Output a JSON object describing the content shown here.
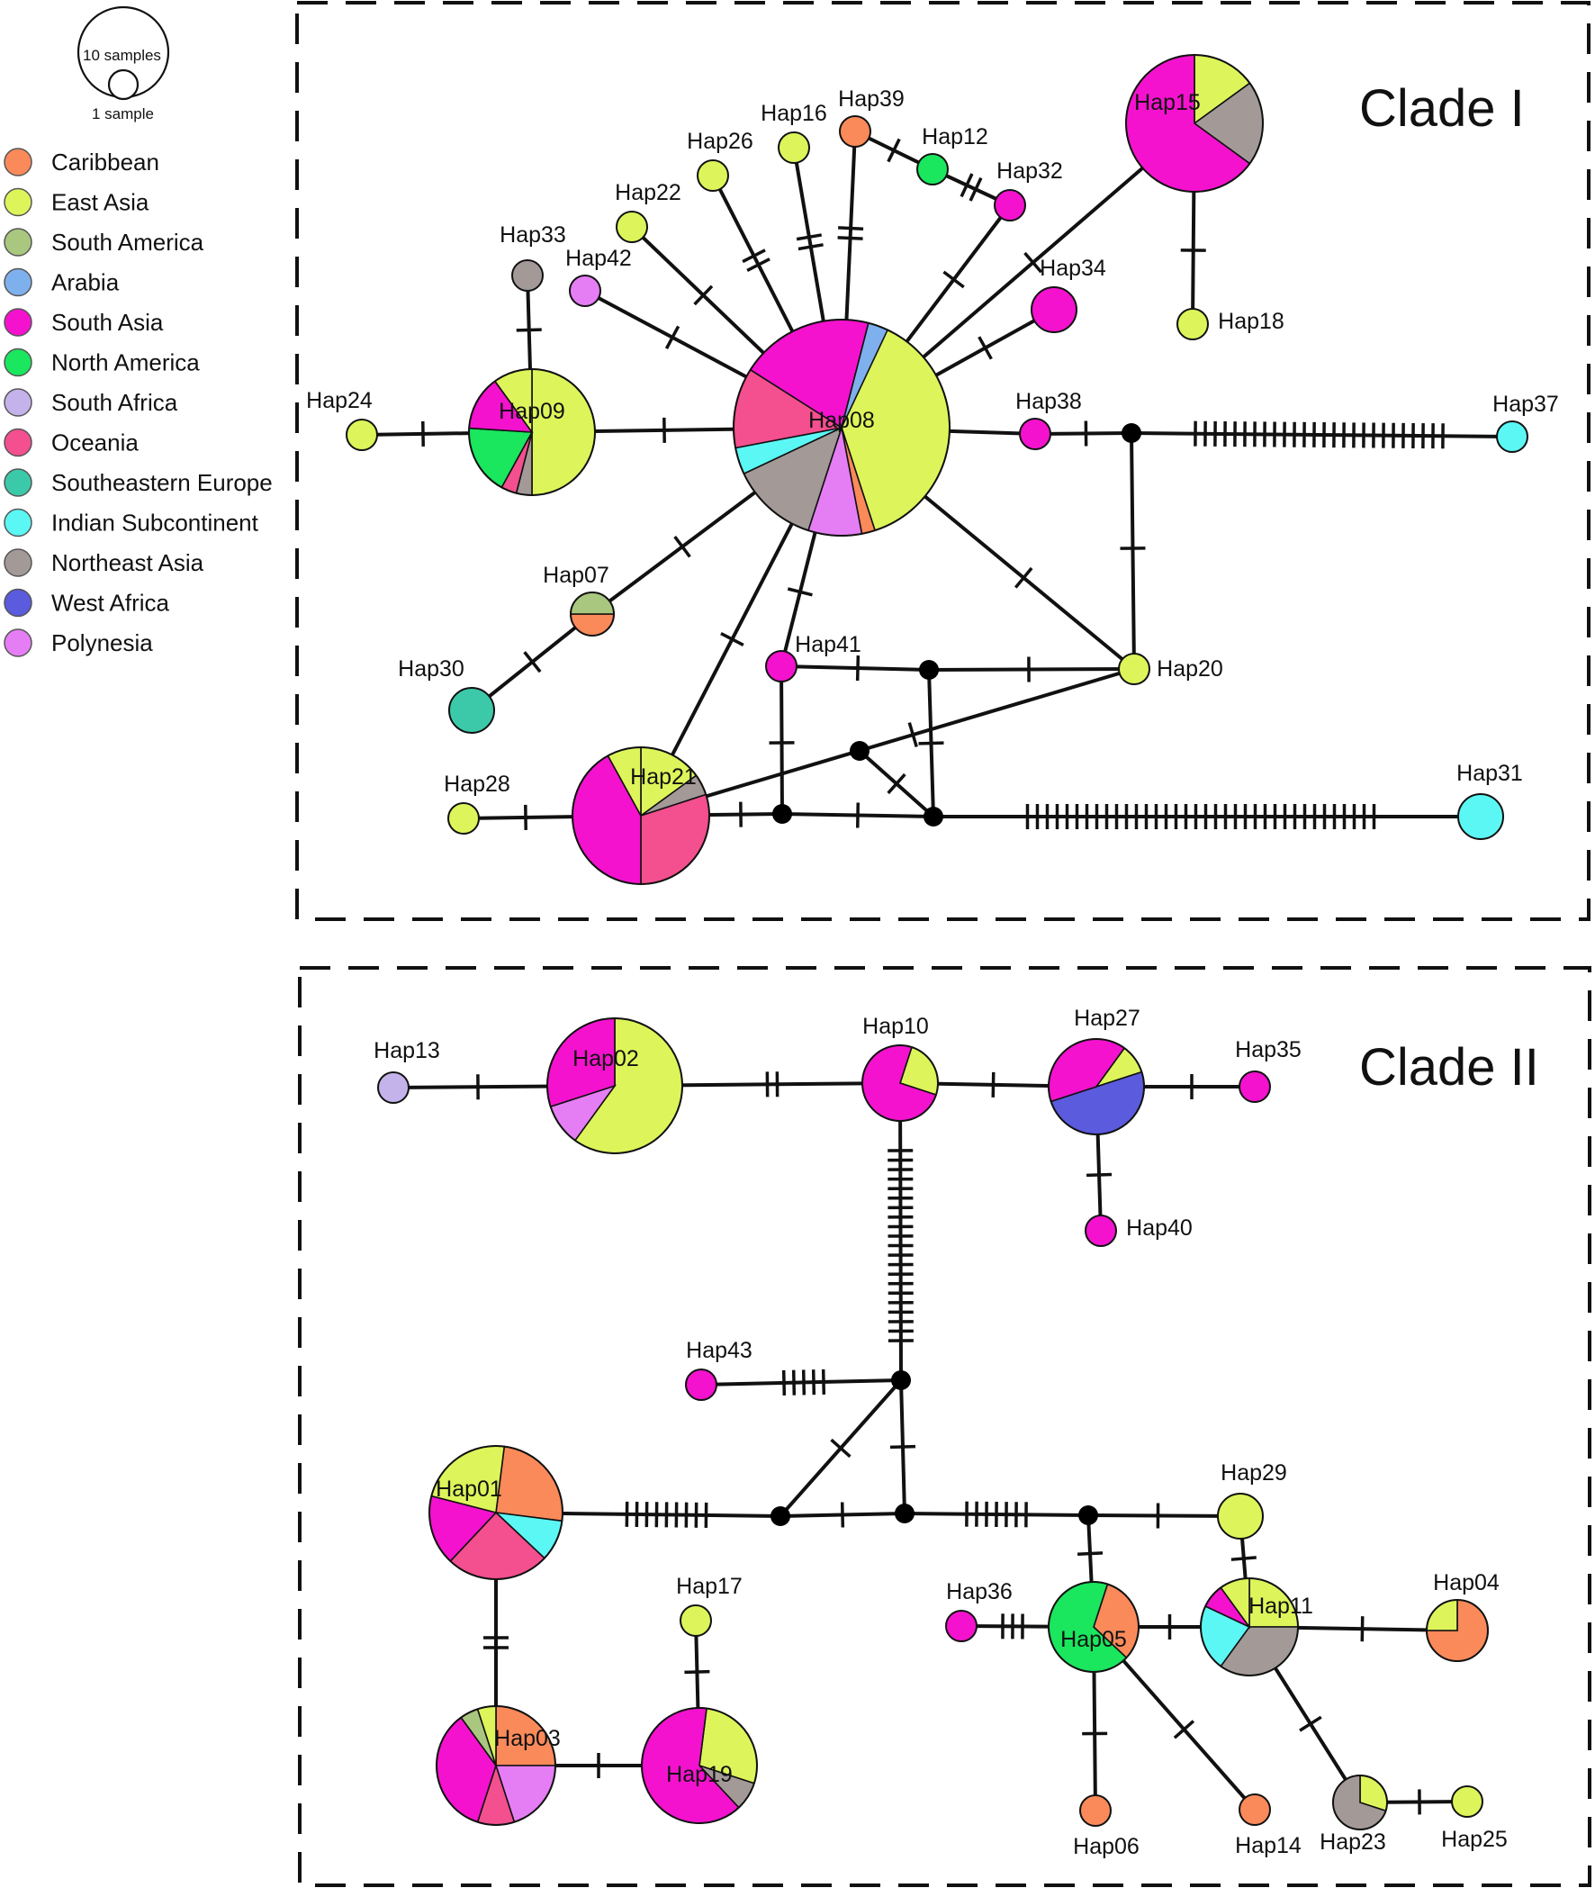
{
  "size_legend": {
    "large_label": "10 samples",
    "small_label": "1 sample"
  },
  "legend": [
    {
      "key": "car",
      "name": "Caribbean",
      "color": "#FA8A5A"
    },
    {
      "key": "eas",
      "name": "East Asia",
      "color": "#DDF55A"
    },
    {
      "key": "sam",
      "name": "South America",
      "color": "#A9C77F"
    },
    {
      "key": "ara",
      "name": "Arabia",
      "color": "#7FB0EE"
    },
    {
      "key": "sas",
      "name": "South Asia",
      "color": "#F412CE"
    },
    {
      "key": "nam",
      "name": "North America",
      "color": "#1AE65E"
    },
    {
      "key": "saf",
      "name": "South Africa",
      "color": "#C4B3EA"
    },
    {
      "key": "oce",
      "name": "Oceania",
      "color": "#F44F8F"
    },
    {
      "key": "see",
      "name": "Southeastern Europe",
      "color": "#3CC9A9"
    },
    {
      "key": "ind",
      "name": "Indian Subcontinent",
      "color": "#5BF7F4"
    },
    {
      "key": "nea",
      "name": "Northeast Asia",
      "color": "#A39A98"
    },
    {
      "key": "waf",
      "name": "West Africa",
      "color": "#5B5BDE"
    },
    {
      "key": "pol",
      "name": "Polynesia",
      "color": "#E57EF4"
    }
  ],
  "clades": [
    {
      "label": "Clade I"
    },
    {
      "label": "Clade II"
    }
  ],
  "haplotypes": [
    {
      "id": "Hap08",
      "label": "Hap08",
      "parts": [
        [
          "eas",
          0.45
        ],
        [
          "car",
          0.02
        ],
        [
          "pol",
          0.08
        ],
        [
          "nea",
          0.13
        ],
        [
          "ind",
          0.04
        ],
        [
          "oce",
          0.12
        ],
        [
          "sas",
          0.2
        ],
        [
          "ara",
          0.03
        ]
      ]
    },
    {
      "id": "Hap09",
      "label": "Hap09",
      "parts": [
        [
          "eas",
          0.5
        ],
        [
          "nea",
          0.04
        ],
        [
          "oce",
          0.04
        ],
        [
          "nam",
          0.18
        ],
        [
          "sas",
          0.14
        ],
        [
          "eas",
          0.1
        ]
      ]
    },
    {
      "id": "Hap15",
      "label": "Hap15",
      "parts": [
        [
          "eas",
          0.15
        ],
        [
          "nea",
          0.2
        ],
        [
          "sas",
          0.65
        ]
      ]
    },
    {
      "id": "Hap21",
      "label": "Hap21",
      "parts": [
        [
          "eas",
          0.15
        ],
        [
          "nea",
          0.05
        ],
        [
          "oce",
          0.3
        ],
        [
          "sas",
          0.42
        ],
        [
          "eas",
          0.08
        ]
      ]
    },
    {
      "id": "Hap07",
      "label": "Hap07",
      "parts": [
        [
          "car",
          0.5
        ],
        [
          "sam",
          0.5
        ]
      ],
      "start": 0.25
    },
    {
      "id": "Hap30",
      "label": "Hap30",
      "parts": [
        [
          "see",
          1
        ]
      ]
    },
    {
      "id": "Hap24",
      "label": "Hap24",
      "parts": [
        [
          "eas",
          1
        ]
      ]
    },
    {
      "id": "Hap33",
      "label": "Hap33",
      "parts": [
        [
          "nea",
          1
        ]
      ]
    },
    {
      "id": "Hap42",
      "label": "Hap42",
      "parts": [
        [
          "pol",
          1
        ]
      ]
    },
    {
      "id": "Hap22",
      "label": "Hap22",
      "parts": [
        [
          "eas",
          1
        ]
      ]
    },
    {
      "id": "Hap26",
      "label": "Hap26",
      "parts": [
        [
          "eas",
          1
        ]
      ]
    },
    {
      "id": "Hap16",
      "label": "Hap16",
      "parts": [
        [
          "eas",
          1
        ]
      ]
    },
    {
      "id": "Hap39",
      "label": "Hap39",
      "parts": [
        [
          "car",
          1
        ]
      ]
    },
    {
      "id": "Hap12",
      "label": "Hap12",
      "parts": [
        [
          "nam",
          1
        ]
      ]
    },
    {
      "id": "Hap32",
      "label": "Hap32",
      "parts": [
        [
          "sas",
          1
        ]
      ]
    },
    {
      "id": "Hap34",
      "label": "Hap34",
      "parts": [
        [
          "sas",
          1
        ]
      ]
    },
    {
      "id": "Hap18",
      "label": "Hap18",
      "parts": [
        [
          "eas",
          1
        ]
      ]
    },
    {
      "id": "Hap38",
      "label": "Hap38",
      "parts": [
        [
          "sas",
          1
        ]
      ]
    },
    {
      "id": "Hap37",
      "label": "Hap37",
      "parts": [
        [
          "ind",
          1
        ]
      ]
    },
    {
      "id": "Hap20",
      "label": "Hap20",
      "parts": [
        [
          "eas",
          1
        ]
      ]
    },
    {
      "id": "Hap41",
      "label": "Hap41",
      "parts": [
        [
          "sas",
          1
        ]
      ]
    },
    {
      "id": "Hap28",
      "label": "Hap28",
      "parts": [
        [
          "eas",
          1
        ]
      ]
    },
    {
      "id": "Hap31",
      "label": "Hap31",
      "parts": [
        [
          "ind",
          1
        ]
      ]
    },
    {
      "id": "Hap02",
      "label": "Hap02",
      "parts": [
        [
          "eas",
          0.6
        ],
        [
          "pol",
          0.1
        ],
        [
          "sas",
          0.3
        ]
      ]
    },
    {
      "id": "Hap13",
      "label": "Hap13",
      "parts": [
        [
          "saf",
          1
        ]
      ]
    },
    {
      "id": "Hap10",
      "label": "Hap10",
      "parts": [
        [
          "eas",
          0.25
        ],
        [
          "sas",
          0.75
        ]
      ],
      "start": 0.05
    },
    {
      "id": "Hap27",
      "label": "Hap27",
      "parts": [
        [
          "eas",
          0.1
        ],
        [
          "waf",
          0.5
        ],
        [
          "sas",
          0.4
        ]
      ],
      "start": 0.1
    },
    {
      "id": "Hap35",
      "label": "Hap35",
      "parts": [
        [
          "sas",
          1
        ]
      ]
    },
    {
      "id": "Hap40",
      "label": "Hap40",
      "parts": [
        [
          "sas",
          1
        ]
      ]
    },
    {
      "id": "Hap43",
      "label": "Hap43",
      "parts": [
        [
          "sas",
          1
        ]
      ]
    },
    {
      "id": "Hap01",
      "label": "Hap01",
      "parts": [
        [
          "car",
          0.25
        ],
        [
          "ind",
          0.1
        ],
        [
          "oce",
          0.25
        ],
        [
          "sas",
          0.17
        ],
        [
          "eas",
          0.23
        ]
      ],
      "start": 0.02
    },
    {
      "id": "Hap03",
      "label": "Hap03",
      "parts": [
        [
          "car",
          0.25
        ],
        [
          "pol",
          0.2
        ],
        [
          "oce",
          0.1
        ],
        [
          "sas",
          0.35
        ],
        [
          "sam",
          0.05
        ],
        [
          "eas",
          0.05
        ]
      ]
    },
    {
      "id": "Hap19",
      "label": "Hap19",
      "parts": [
        [
          "eas",
          0.28
        ],
        [
          "nea",
          0.08
        ],
        [
          "sas",
          0.64
        ]
      ],
      "start": 0.02
    },
    {
      "id": "Hap17",
      "label": "Hap17",
      "parts": [
        [
          "eas",
          1
        ]
      ]
    },
    {
      "id": "Hap05",
      "label": "Hap05",
      "parts": [
        [
          "car",
          0.32
        ],
        [
          "nam",
          0.68
        ]
      ],
      "start": 0.05
    },
    {
      "id": "Hap36",
      "label": "Hap36",
      "parts": [
        [
          "sas",
          1
        ]
      ]
    },
    {
      "id": "Hap11",
      "label": "Hap11",
      "parts": [
        [
          "eas",
          0.25
        ],
        [
          "nea",
          0.35
        ],
        [
          "ind",
          0.22
        ],
        [
          "sas",
          0.08
        ],
        [
          "eas",
          0.1
        ]
      ]
    },
    {
      "id": "Hap29",
      "label": "Hap29",
      "parts": [
        [
          "eas",
          1
        ]
      ]
    },
    {
      "id": "Hap04",
      "label": "Hap04",
      "parts": [
        [
          "car",
          0.75
        ],
        [
          "eas",
          0.25
        ]
      ]
    },
    {
      "id": "Hap06",
      "label": "Hap06",
      "parts": [
        [
          "car",
          1
        ]
      ]
    },
    {
      "id": "Hap14",
      "label": "Hap14",
      "parts": [
        [
          "car",
          1
        ]
      ]
    },
    {
      "id": "Hap23",
      "label": "Hap23",
      "parts": [
        [
          "eas",
          0.3
        ],
        [
          "nea",
          0.7
        ]
      ]
    },
    {
      "id": "Hap25",
      "label": "Hap25",
      "parts": [
        [
          "eas",
          1
        ]
      ]
    }
  ],
  "median_vectors": [
    "mv1",
    "mv2",
    "mv3",
    "mv4",
    "mv5",
    "mv6",
    "mv7",
    "mv8",
    "mv9"
  ],
  "edges": [
    [
      "Hap08",
      "Hap09",
      1
    ],
    [
      "Hap09",
      "Hap24",
      1
    ],
    [
      "Hap09",
      "Hap33",
      1
    ],
    [
      "Hap08",
      "Hap42",
      1
    ],
    [
      "Hap08",
      "Hap22",
      1
    ],
    [
      "Hap08",
      "Hap26",
      2
    ],
    [
      "Hap08",
      "Hap16",
      2
    ],
    [
      "Hap08",
      "Hap39",
      2
    ],
    [
      "Hap39",
      "Hap12",
      1
    ],
    [
      "Hap12",
      "Hap32",
      2
    ],
    [
      "Hap08",
      "Hap32",
      1
    ],
    [
      "Hap08",
      "Hap15",
      1
    ],
    [
      "Hap15",
      "Hap18",
      1
    ],
    [
      "Hap08",
      "Hap34",
      1
    ],
    [
      "Hap08",
      "Hap38",
      0
    ],
    [
      "Hap38",
      "mv1",
      1
    ],
    [
      "mv1",
      "Hap37",
      26
    ],
    [
      "mv1",
      "Hap20",
      1
    ],
    [
      "Hap08",
      "Hap20",
      1
    ],
    [
      "Hap08",
      "Hap07",
      1
    ],
    [
      "Hap07",
      "Hap30",
      1
    ],
    [
      "Hap08",
      "Hap41",
      1
    ],
    [
      "Hap08",
      "Hap21",
      1
    ],
    [
      "Hap41",
      "mv2",
      1
    ],
    [
      "mv2",
      "Hap20",
      1
    ],
    [
      "Hap41",
      "mv3",
      1
    ],
    [
      "mv2",
      "mv5",
      1
    ],
    [
      "Hap21",
      "Hap20",
      1
    ],
    [
      "mv4",
      "mv5",
      1
    ],
    [
      "Hap21",
      "Hap28",
      1
    ],
    [
      "Hap21",
      "mv3",
      1
    ],
    [
      "mv3",
      "mv5",
      1
    ],
    [
      "mv5",
      "Hap31",
      36
    ],
    [
      "Hap02",
      "Hap13",
      1
    ],
    [
      "Hap02",
      "Hap10",
      2
    ],
    [
      "Hap10",
      "Hap27",
      1
    ],
    [
      "Hap27",
      "Hap35",
      1
    ],
    [
      "Hap27",
      "Hap40",
      1
    ],
    [
      "Hap10",
      "mv6",
      21
    ],
    [
      "Hap43",
      "mv6",
      5
    ],
    [
      "mv6",
      "mv7",
      1
    ],
    [
      "mv6",
      "mv8",
      1
    ],
    [
      "mv7",
      "Hap01",
      9
    ],
    [
      "mv7",
      "mv8",
      1
    ],
    [
      "mv8",
      "mv9",
      7
    ],
    [
      "mv9",
      "Hap29",
      1
    ],
    [
      "mv9",
      "Hap05",
      1
    ],
    [
      "Hap29",
      "Hap11",
      1
    ],
    [
      "Hap05",
      "Hap11",
      1
    ],
    [
      "Hap05",
      "Hap36",
      3
    ],
    [
      "Hap05",
      "Hap06",
      1
    ],
    [
      "Hap05",
      "Hap14",
      1
    ],
    [
      "Hap11",
      "Hap04",
      1
    ],
    [
      "Hap11",
      "Hap23",
      1
    ],
    [
      "Hap23",
      "Hap25",
      1
    ],
    [
      "Hap01",
      "Hap03",
      2
    ],
    [
      "Hap03",
      "Hap19",
      1
    ],
    [
      "Hap19",
      "Hap17",
      1
    ]
  ]
}
